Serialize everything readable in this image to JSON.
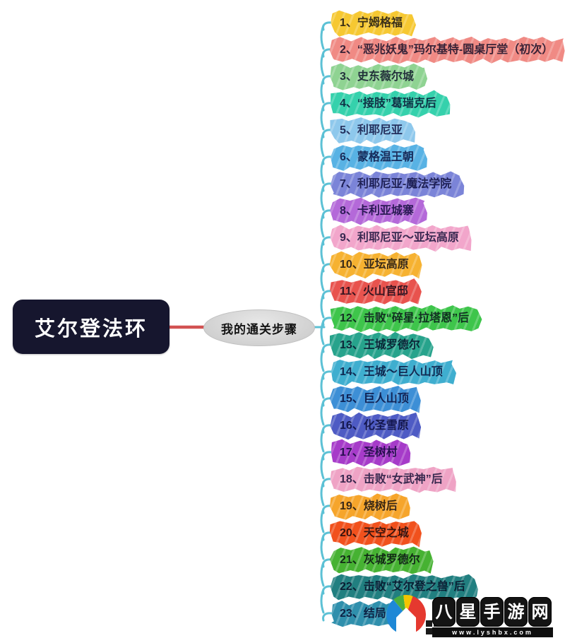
{
  "mindmap": {
    "root": {
      "label": "艾尔登法环"
    },
    "hub": {
      "label": "我的通关步骤"
    },
    "colors": {
      "root_bg": "#16162E",
      "root_text": "#FFFFFF",
      "hub_bg": "#D4D4D4",
      "hub_text": "#141414",
      "root_connector": "#D25252",
      "spine": "#5CC1D5",
      "topic_text": "#3C3C64"
    },
    "items": [
      {
        "text": "1、宁姆格福",
        "color": "#F6C832"
      },
      {
        "text": "2、“恶兆妖鬼”玛尔基特-圆桌厅堂（初次）",
        "color": "#F08A84"
      },
      {
        "text": "3、史东薇尔城",
        "color": "#8FD392"
      },
      {
        "text": "4、“接肢”葛瑞克后",
        "color": "#35D1AC"
      },
      {
        "text": "5、利耶尼亚",
        "color": "#8EC8EC"
      },
      {
        "text": "6、蒙格温王朝",
        "color": "#58B2E4"
      },
      {
        "text": "7、利耶尼亚-魔法学院",
        "color": "#7B84D8"
      },
      {
        "text": "8、卡利亚城寨",
        "color": "#B469D9"
      },
      {
        "text": "9、利耶尼亚～亚坛高原",
        "color": "#F2A6CB"
      },
      {
        "text": "10、亚坛高原",
        "color": "#F6B231"
      },
      {
        "text": "11、火山官邸",
        "color": "#E8534E"
      },
      {
        "text": "12、击败“碎星·拉塔恩”后",
        "color": "#3EC54B"
      },
      {
        "text": "13、王城罗德尔",
        "color": "#27A38C"
      },
      {
        "text": "14、王城～巨人山顶",
        "color": "#3FAECF"
      },
      {
        "text": "15、巨人山顶",
        "color": "#3D8FD6"
      },
      {
        "text": "16、化圣雪原",
        "color": "#4E5BC4"
      },
      {
        "text": "17、圣树村",
        "color": "#A63BC9"
      },
      {
        "text": "18、击败“女武神”后",
        "color": "#EFA3C5"
      },
      {
        "text": "19、烧树后",
        "color": "#F6A52B"
      },
      {
        "text": "20、天空之城",
        "color": "#F1511D"
      },
      {
        "text": "21、灰城罗德尔",
        "color": "#46B232"
      },
      {
        "text": "22、击败“艾尔登之兽”后",
        "color": "#217F80"
      },
      {
        "text": "23、结局",
        "color": "#2F8FAC"
      }
    ]
  },
  "watermark": {
    "site_name": "八星手游网",
    "chars": [
      "八",
      "星",
      "手",
      "游",
      "网"
    ],
    "url": "www.lyshbx.com",
    "logo_colors": {
      "blue": "#1E88D6",
      "green": "#4CAF3E",
      "yellow": "#F5C400",
      "red": "#E5392F"
    }
  }
}
